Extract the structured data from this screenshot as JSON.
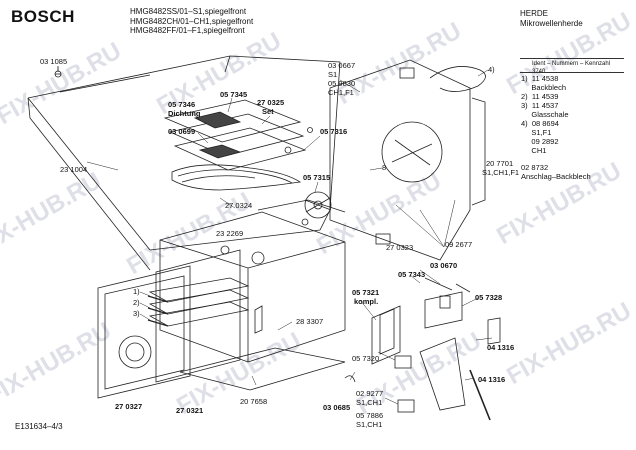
{
  "header": {
    "brand": "BOSCH",
    "models": [
      "HMG8482SS/01–S1,spiegelfront",
      "HMG8482CH/01–CH1,spiegelfront",
      "HMG8482FF/01–F1,spiegelfront"
    ],
    "category": "HERDE",
    "subcategory": "Mikrowellenherde"
  },
  "legend": {
    "head": "Ident – Nummern – Kennzahl",
    "code": "3740",
    "rows": [
      "1)  11 4538",
      "     Backblech",
      "2)  11 4539",
      "3)  11 4537",
      "     Glasschale",
      "4)  08 8694",
      "     S1,F1",
      "     09 2892",
      "     CH1"
    ],
    "extra_part": "02 8732",
    "extra_desc": "Anschlag–Backblech"
  },
  "parts": {
    "p031085": "03 1085",
    "p231004": "23 1004",
    "p057346": "05 7346",
    "p_dichtung": "Dichtung",
    "p057345": "05 7345",
    "p270325": "27 0325",
    "p_set": "Set",
    "p030699": "03 0699",
    "p057316": "05 7316",
    "p030667": "03 0667",
    "p_s1": "S1",
    "p059830": "05 9830",
    "p_ch1f1": "CH1,F1",
    "p057315": "05 7315",
    "p270324": "27 0324",
    "p232269": "23 2269",
    "p207701": "20 7701",
    "p_s1ch1f1": "S1,CH1,F1",
    "p270323": "27 0323",
    "p092677": "09 2677",
    "p030670": "03 0670",
    "p057343": "05 7343",
    "p057321": "05 7321",
    "p_kompl": "kompl.",
    "p057328": "05 7328",
    "p283307": "28 3307",
    "p041316a": "04 1316",
    "p057320": "05 7320",
    "p270327": "27 0327",
    "p270321": "27 0321",
    "p041316b": "04 1316",
    "p029277": "02 9277",
    "p_s1ch1a": "S1,CH1",
    "p207658": "20 7658",
    "p030685": "03 0685",
    "p057886": "05 7886",
    "p_s1ch1b": "S1,CH1",
    "num1": "1)",
    "num2": "2)",
    "num3": "3)",
    "num4": "4)",
    "num8": "8"
  },
  "footer": {
    "code": "E131634–4/3"
  },
  "watermark": "FIX-HUB.RU"
}
